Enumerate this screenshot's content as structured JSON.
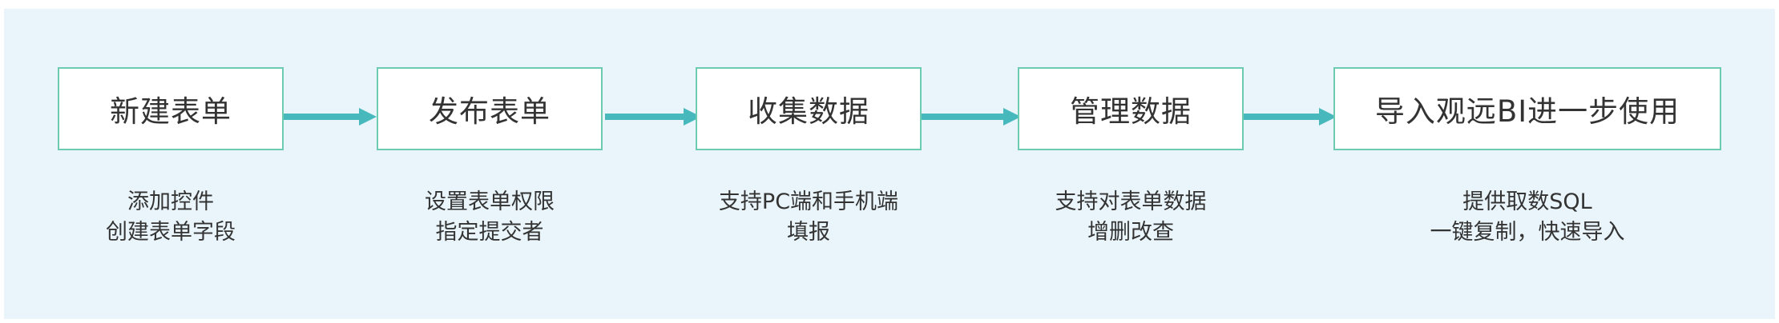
{
  "colors": {
    "background": "#e9f5fb",
    "box_border": "#6ccbb1",
    "arrow": "#47b9bd",
    "text": "#333333"
  },
  "steps": [
    {
      "title": "新建表单",
      "desc": [
        "添加控件",
        "创建表单字段"
      ]
    },
    {
      "title": "发布表单",
      "desc": [
        "设置表单权限",
        "指定提交者"
      ]
    },
    {
      "title": "收集数据",
      "desc": [
        "支持PC端和手机端",
        "填报"
      ]
    },
    {
      "title": "管理数据",
      "desc": [
        "支持对表单数据",
        "增删改查"
      ]
    },
    {
      "title": "导入观远BI进一步使用",
      "desc": [
        "提供取数SQL",
        "一键复制，快速导入"
      ]
    }
  ],
  "connections": [
    {
      "from": 0,
      "to": 1,
      "icon": "arrow-right-icon"
    },
    {
      "from": 1,
      "to": 2,
      "icon": "arrow-right-icon"
    },
    {
      "from": 2,
      "to": 3,
      "icon": "arrow-right-icon"
    },
    {
      "from": 3,
      "to": 4,
      "icon": "arrow-right-icon"
    }
  ]
}
